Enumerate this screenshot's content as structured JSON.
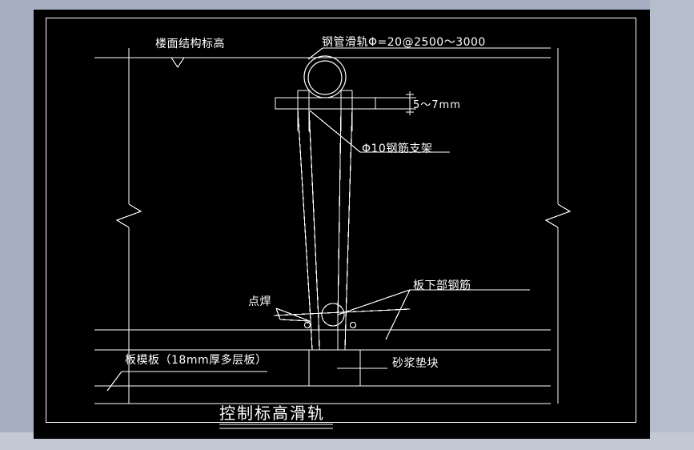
{
  "sheet": {
    "background_color": "#000000",
    "line_color": "#ffffff",
    "page_background_color": "#a5afc1"
  },
  "title": {
    "text": "控制标高滑轨",
    "underline_style": "double"
  },
  "annotations": [
    {
      "id": "floor-structure-elevation",
      "text": "楼面结构标高",
      "leader": "horizontal-with-elevation-triangle"
    },
    {
      "id": "steel-pipe-slide-rail",
      "text": "钢管滑轨Φ=20@2500～3000",
      "leader": "diagonal-to-pipe"
    },
    {
      "id": "gap-dimension",
      "text": "5～7mm",
      "leader": "dimension-tick"
    },
    {
      "id": "rebar-bracket",
      "text": "Φ10钢筋支架",
      "leader": "diagonal-to-bracket"
    },
    {
      "id": "spot-weld",
      "text": "点焊",
      "leader": "arrow-to-weld-points"
    },
    {
      "id": "slab-bottom-rebar",
      "text": "板下部钢筋",
      "leader": "diagonal-double-leader"
    },
    {
      "id": "slab-formwork",
      "text": "板模板（18mm厚多层板）",
      "leader": "diagonal-to-formwork"
    },
    {
      "id": "mortar-pad-block",
      "text": "砂浆垫块",
      "leader": "horizontal-to-block"
    }
  ],
  "labels": {
    "floor_elevation": "楼面结构标高",
    "pipe_rail": "钢管滑轨Φ=20@2500～3000",
    "gap_dimension": "5～7mm",
    "rebar_bracket": "Φ10钢筋支架",
    "spot_weld": "点焊",
    "slab_bottom_rebar": "板下部钢筋",
    "slab_formwork": "板模板（18mm厚多层板）",
    "mortar_block": "砂浆垫块",
    "drawing_title": "控制标高滑轨"
  },
  "drawing_elements": {
    "pipe": "double-circle-steel-pipe-rail",
    "support_bar": "horizontal-rectangular-bar",
    "legs": "two-tapered-vertical-rebar-legs",
    "break_lines": "zigzag-break-symbol-left-and-right",
    "slab_layers": "three-horizontal-slab-lines",
    "mortar_block_shape": "rectangle",
    "weld_points": "two-small-circles"
  }
}
